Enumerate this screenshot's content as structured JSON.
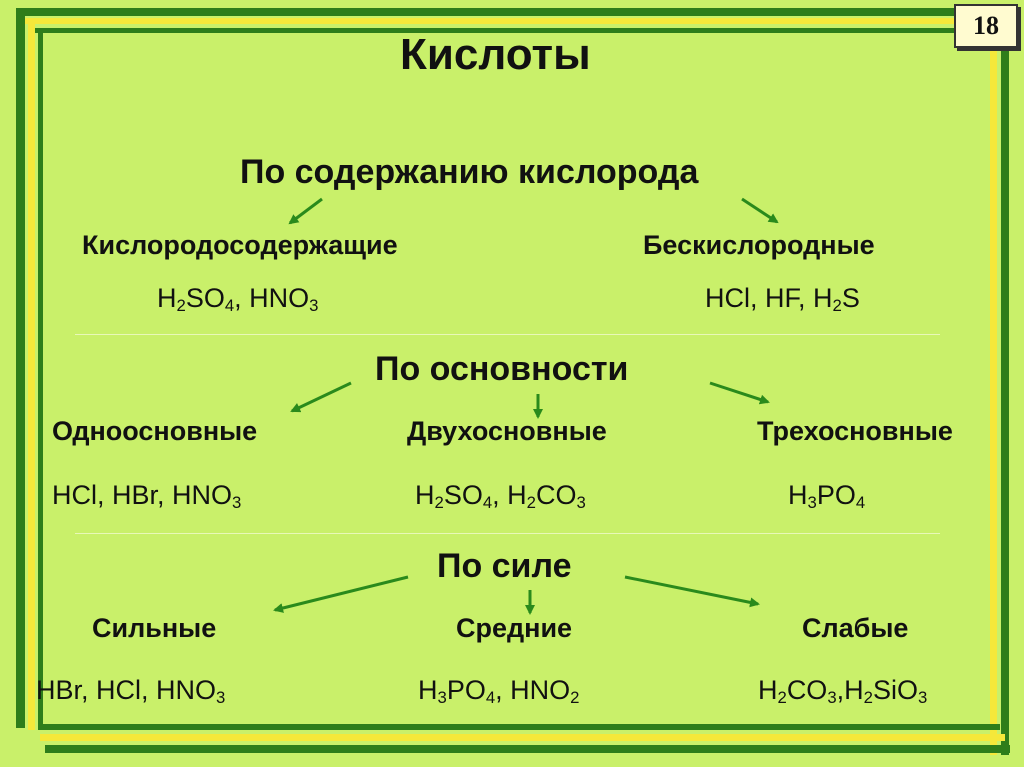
{
  "slide": {
    "page_number": "18",
    "title": "Кислоты",
    "colors": {
      "background": "#c9f06a",
      "frame_dark": "#2e7d1a",
      "frame_yellow": "#f5e83a",
      "arrow": "#2a8a1c"
    },
    "sections": [
      {
        "heading": "По содержанию кислорода",
        "groups": [
          {
            "label": "Кислородосодержащие",
            "formula": [
              "H",
              "2",
              "SO",
              "4",
              ", HNO",
              "3"
            ]
          },
          {
            "label": "Бескислородные",
            "formula": [
              "HCl, HF, H",
              "2",
              "S"
            ]
          }
        ]
      },
      {
        "heading": "По основности",
        "groups": [
          {
            "label": "Одноосновные",
            "formula": [
              "HCl, HBr, HNO",
              "3"
            ]
          },
          {
            "label": "Двухосновные",
            "formula": [
              "H",
              "2",
              "SO",
              "4",
              ", H",
              "2",
              "CO",
              "3"
            ]
          },
          {
            "label": "Трехосновные",
            "formula": [
              "H",
              "3",
              "PO",
              "4"
            ]
          }
        ]
      },
      {
        "heading": "По силе",
        "groups": [
          {
            "label": "Сильные",
            "formula": [
              "HBr, HCl, HNO",
              "3"
            ]
          },
          {
            "label": "Средние",
            "formula": [
              "H",
              "3",
              "PO",
              "4",
              ", HNO",
              "2"
            ]
          },
          {
            "label": "Слабые",
            "formula": [
              "H",
              "2",
              "CO",
              "3",
              ",H",
              "2",
              "SiO",
              "3"
            ]
          }
        ]
      }
    ]
  }
}
